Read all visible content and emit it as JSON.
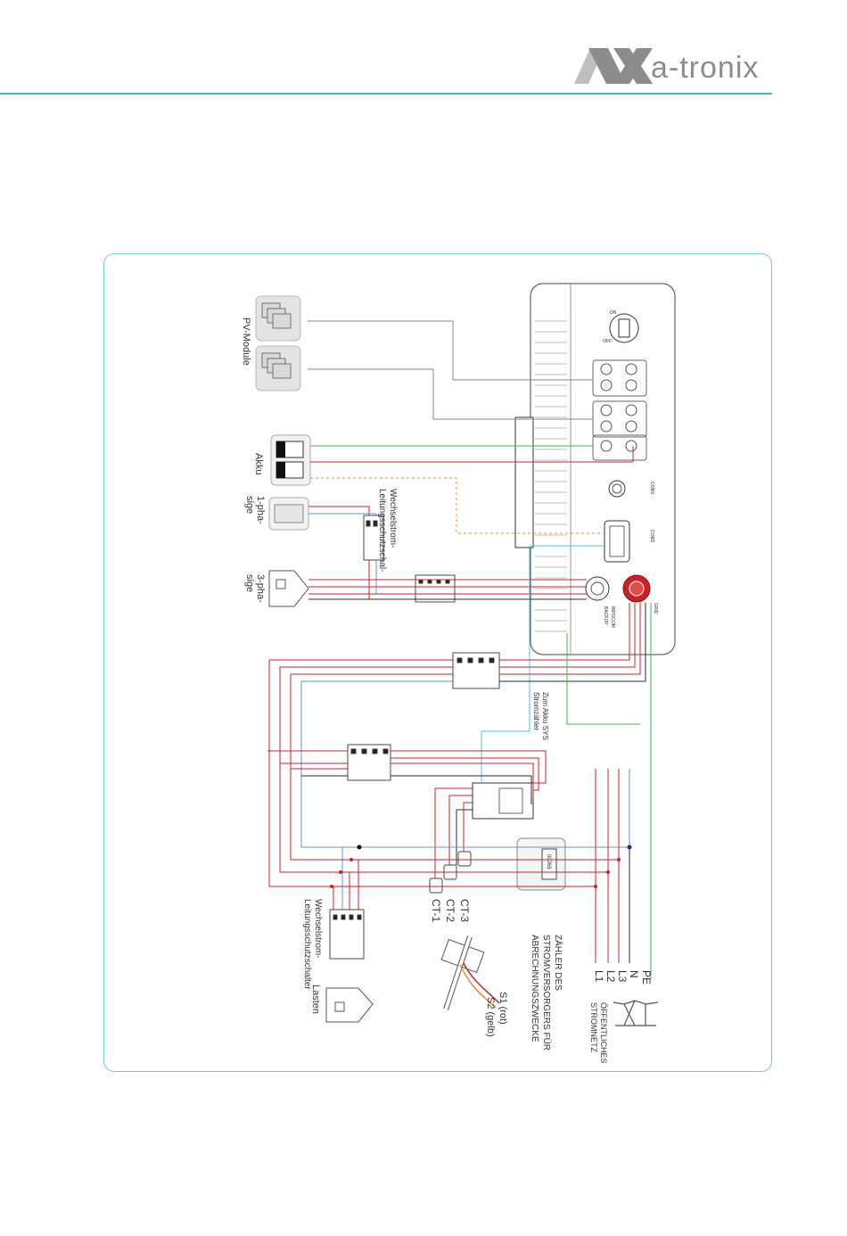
{
  "brand": {
    "name": "a-tronix",
    "logo_mark": "AX",
    "accent_color": "#3fb6b0",
    "gray": "#8c8c8c"
  },
  "diagram": {
    "labels": {
      "pv_modules": "PV-Module",
      "battery": "Akku",
      "breaker_top": "Wechselstrom-\nLeitungsschutzschal-",
      "single_phase": "1-pha-\nsige",
      "three_phase": "3-pha-\nsige",
      "to_battery": "Zum Akku SYS\nStromzähler",
      "ct3": "CT-3",
      "ct2": "CT-2",
      "ct1": "CT-1",
      "breaker_loads": "Wechselstrom-\nLeitungsschutzschalter",
      "loads": "Lasten",
      "meter_label": "ZÄHLER DES\nSTROMVERSORGERS FÜR\nABRECHNUNGSZWECKE",
      "meter_display": "00265",
      "s1": "S1 (rot)",
      "s2": "S2 (gelb)",
      "grid_pe": "PE",
      "grid_n": "N",
      "grid_l3": "L3",
      "grid_l2": "L2",
      "grid_l1": "L1",
      "public_grid": "ÖFFENTLICHES\nSTROMNETZ",
      "switch_on": "ON",
      "switch_off": "OFF",
      "port_com1": "COM1",
      "port_com2": "COM2",
      "port_bms": "BMS/COM",
      "port_backup": "BACKUP",
      "port_grid": "GRID"
    },
    "colors": {
      "red": "#c8232b",
      "green": "#3cb54a",
      "blue": "#6b8ecf",
      "gray": "#8a8a8a",
      "cyan": "#47c6d1",
      "orange": "#e8892e",
      "pink": "#e06b6b",
      "dark": "#2b2b2b"
    },
    "icons": [
      "solar-panel-icon",
      "battery-icon",
      "house-icon",
      "plug-icon",
      "meter-icon",
      "ct-clamp-icon",
      "breaker-icon",
      "pylon-icon"
    ]
  }
}
